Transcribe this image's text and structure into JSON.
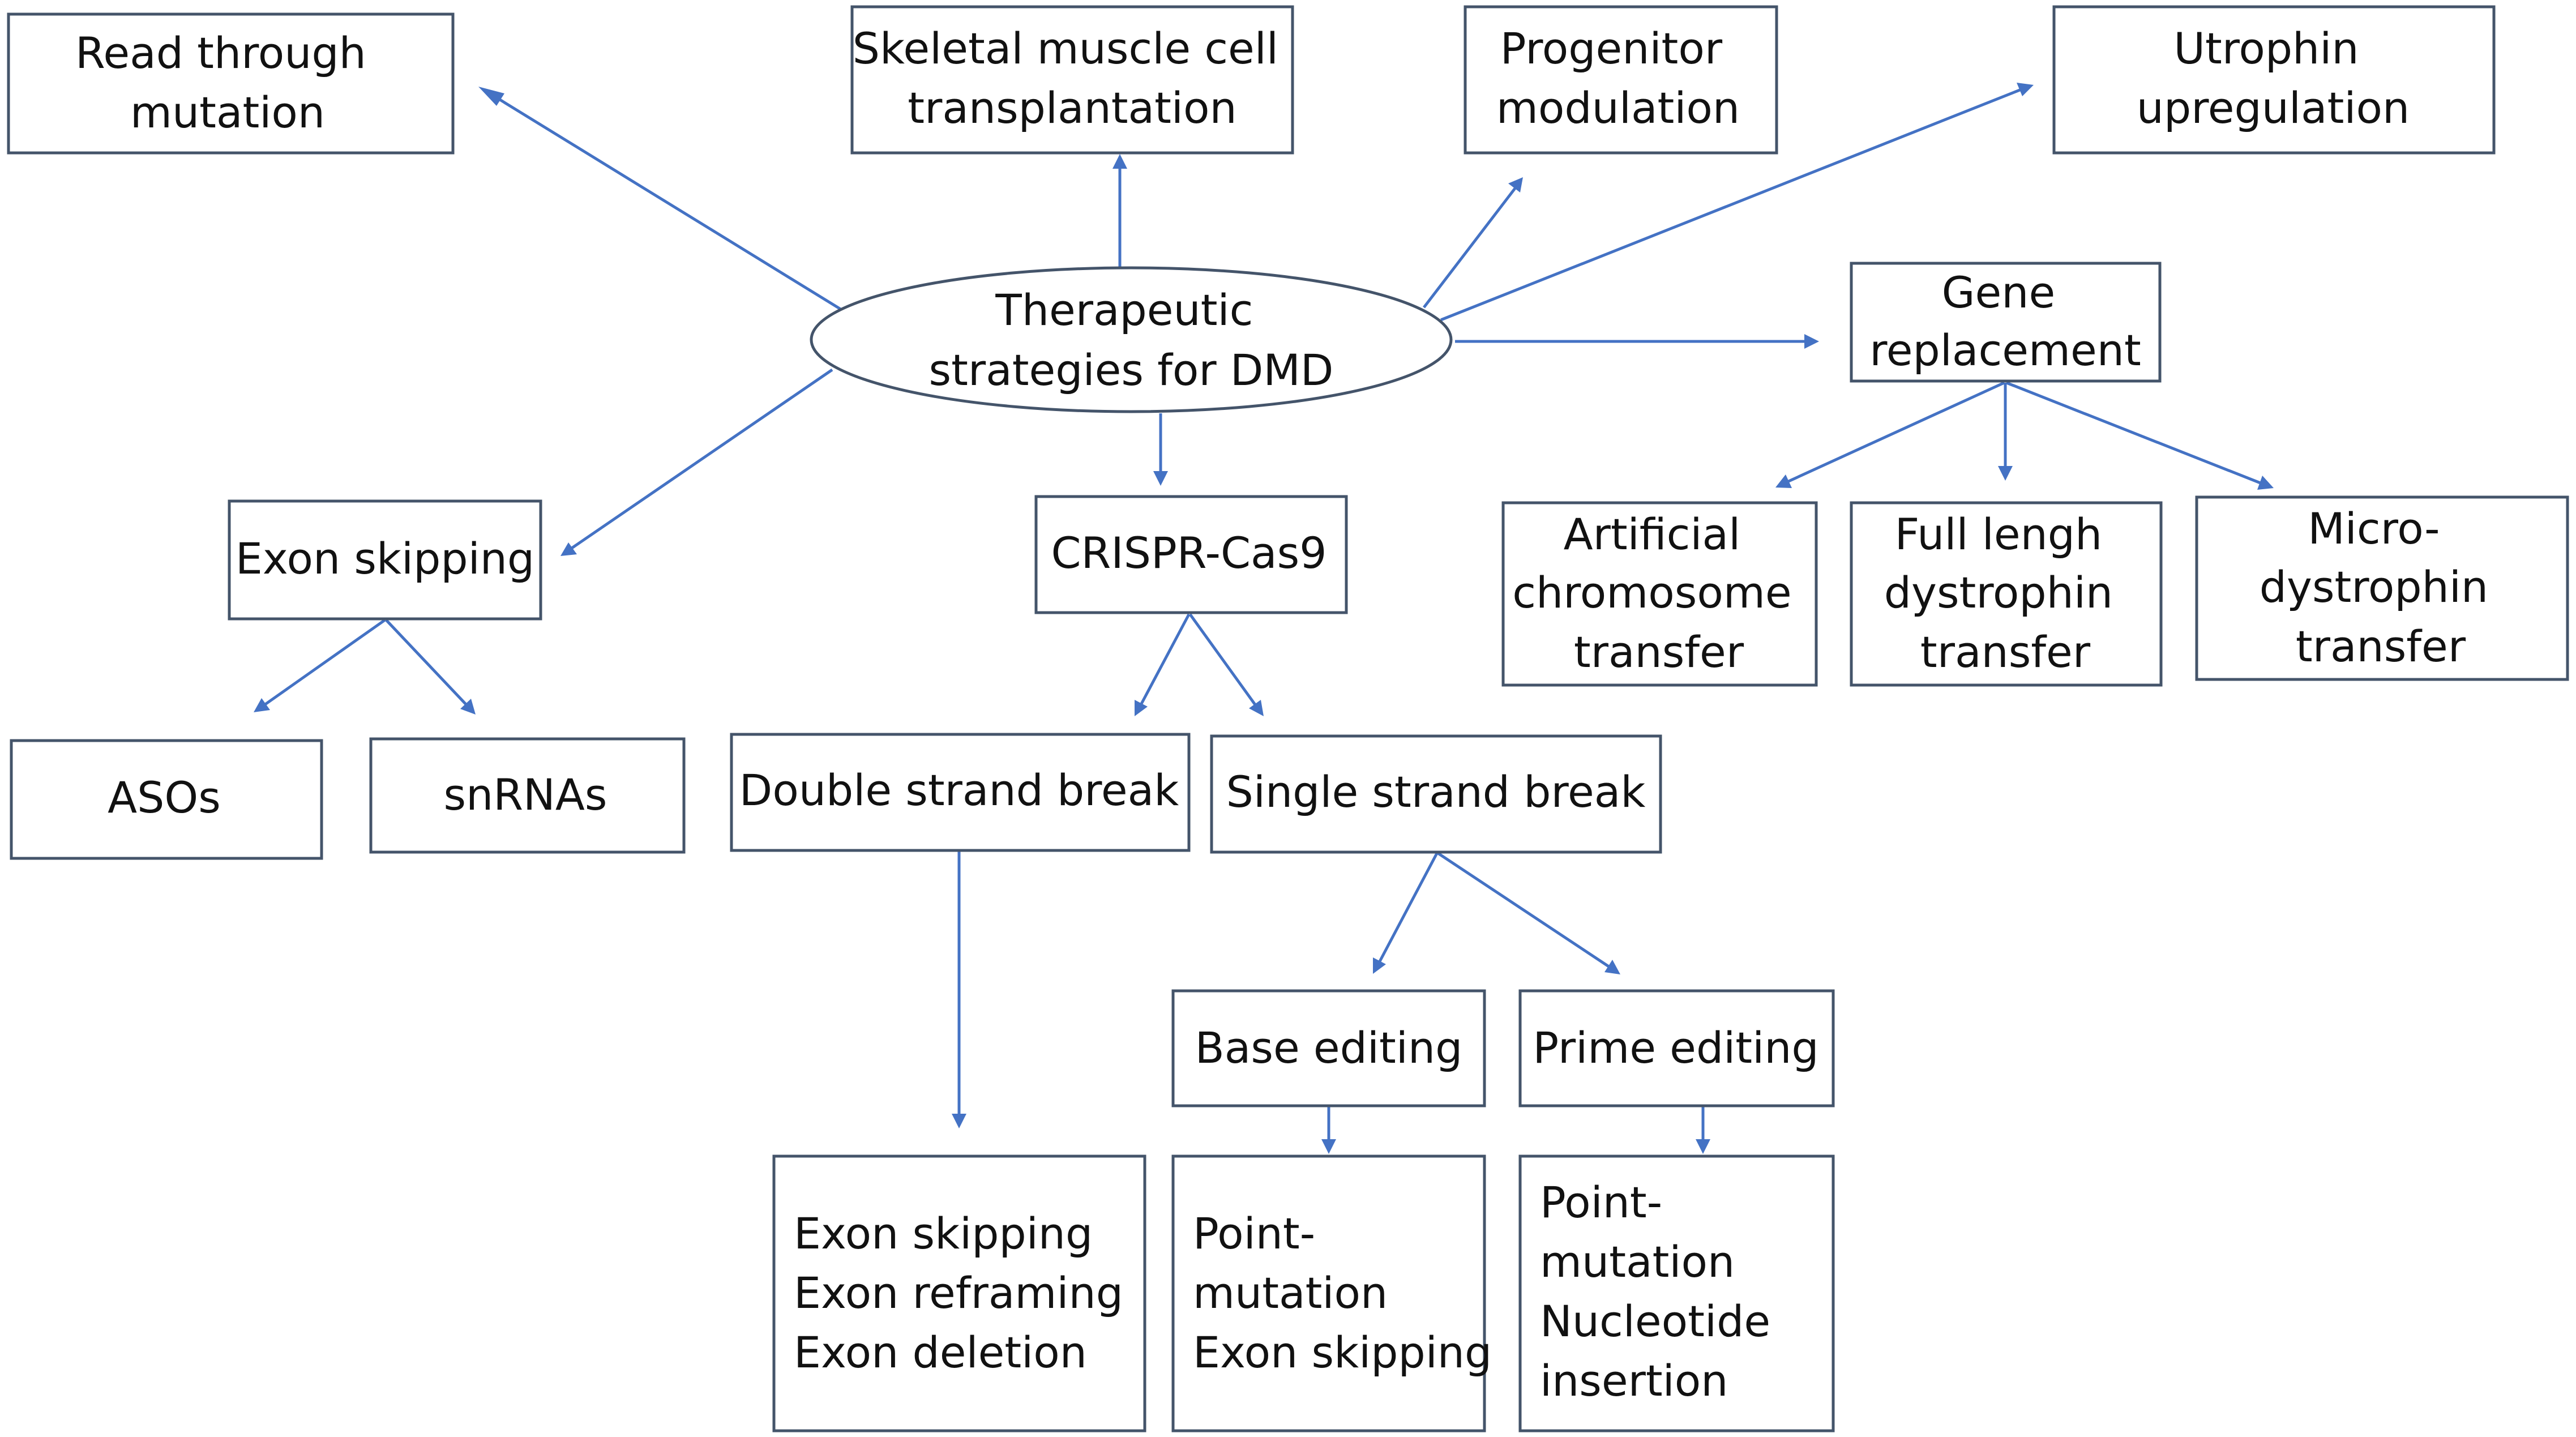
{
  "diagram": {
    "center": {
      "lines": [
        "Therapeutic",
        "strategies for DMD"
      ]
    },
    "nodes": {
      "read_through": {
        "lines": [
          "Read through",
          "mutation"
        ]
      },
      "skeletal_muscle": {
        "lines": [
          "Skeletal muscle cell",
          "transplantation"
        ]
      },
      "progenitor": {
        "lines": [
          "Progenitor",
          "modulation"
        ]
      },
      "utrophin": {
        "lines": [
          "Utrophin",
          "upregulation"
        ]
      },
      "gene_replacement": {
        "lines": [
          "Gene",
          "replacement"
        ]
      },
      "artificial_chromosome": {
        "lines": [
          "Artificial",
          "chromosome",
          "transfer"
        ]
      },
      "full_length": {
        "lines": [
          "Full lengh",
          "dystrophin",
          "transfer"
        ]
      },
      "micro_dystrophin": {
        "lines": [
          "Micro-",
          "dystrophin",
          "transfer"
        ]
      },
      "exon_skipping": {
        "lines": [
          "Exon skipping"
        ]
      },
      "asos": {
        "lines": [
          "ASOs"
        ]
      },
      "snrnas": {
        "lines": [
          "snRNAs"
        ]
      },
      "crispr": {
        "lines": [
          "CRISPR-Cas9"
        ]
      },
      "double_strand": {
        "lines": [
          "Double strand break"
        ]
      },
      "single_strand": {
        "lines": [
          "Single strand break"
        ]
      },
      "base_editing": {
        "lines": [
          "Base editing"
        ]
      },
      "prime_editing": {
        "lines": [
          "Prime editing"
        ]
      },
      "dsb_outcomes": {
        "lines": [
          "Exon skipping",
          "Exon reframing",
          "Exon deletion"
        ]
      },
      "base_outcomes": {
        "lines": [
          "Point-",
          "mutation",
          "Exon skipping"
        ]
      },
      "prime_outcomes": {
        "lines": [
          "Point-",
          "mutation",
          "Nucleotide",
          "insertion"
        ]
      }
    },
    "colors": {
      "arrow": "#4472c4",
      "box_border": "#44546a",
      "text": "#111111",
      "background": "#ffffff"
    }
  }
}
